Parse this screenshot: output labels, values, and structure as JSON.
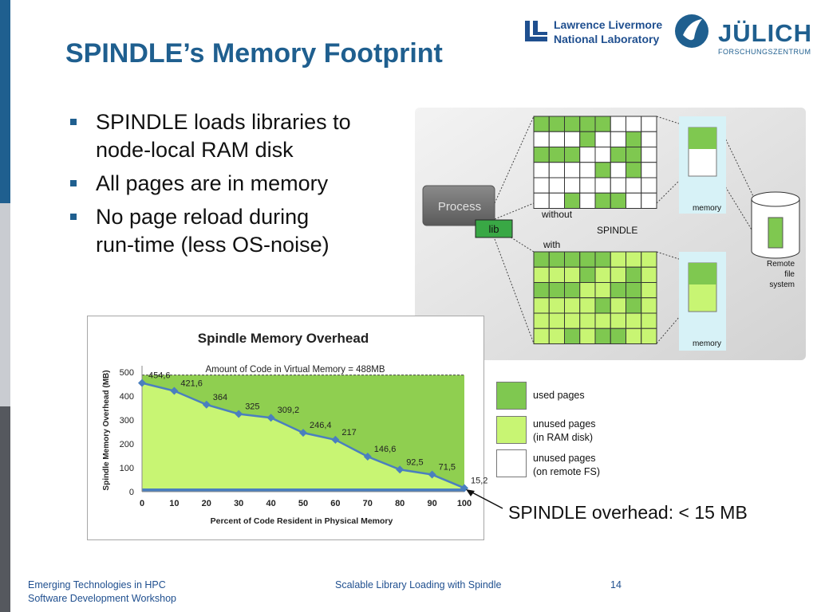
{
  "slide": {
    "title": "SPINDLE’s Memory Footprint",
    "bullets": [
      {
        "line1": "SPINDLE loads libraries to",
        "line2": "node-local RAM disk"
      },
      {
        "line1": "All pages are in memory"
      },
      {
        "line1": "No page reload during",
        "line2": "run-time (less OS-noise)"
      }
    ],
    "overhead_note": "SPINDLE overhead: < 15 MB"
  },
  "logos": {
    "llnl": {
      "line1": "Lawrence Livermore",
      "line2": "National Laboratory"
    },
    "julich": {
      "name": "JÜLICH",
      "sub": "FORSCHUNGSZENTRUM"
    }
  },
  "diagram": {
    "process_label": "Process",
    "lib_label": "lib",
    "without_label": "without",
    "spindle_label": "SPINDLE",
    "with_label": "with",
    "memory_label": "memory",
    "remote_label": [
      "Remote",
      "file",
      "system"
    ],
    "without_grid": [
      [
        1,
        1,
        1,
        1,
        1,
        0,
        0,
        0
      ],
      [
        0,
        0,
        0,
        1,
        0,
        0,
        1,
        0
      ],
      [
        1,
        1,
        1,
        0,
        0,
        1,
        1,
        0
      ],
      [
        0,
        0,
        0,
        0,
        1,
        0,
        1,
        0
      ],
      [
        0,
        0,
        0,
        0,
        0,
        0,
        0,
        0
      ],
      [
        0,
        0,
        1,
        0,
        1,
        1,
        0,
        0
      ]
    ],
    "with_grid": [
      [
        1,
        1,
        1,
        1,
        1,
        0,
        0,
        0
      ],
      [
        0,
        0,
        0,
        1,
        0,
        0,
        1,
        0
      ],
      [
        1,
        1,
        1,
        0,
        0,
        1,
        1,
        0
      ],
      [
        0,
        0,
        0,
        0,
        1,
        0,
        1,
        0
      ],
      [
        0,
        0,
        0,
        0,
        0,
        0,
        0,
        0
      ],
      [
        0,
        0,
        1,
        0,
        1,
        1,
        0,
        0
      ]
    ],
    "colors": {
      "used": "#7fc850",
      "unused_ram": "#c8f573",
      "unused_remote": "#ffffff",
      "memory_bg": "#d7f2f7"
    }
  },
  "legend": [
    {
      "lines": [
        "used pages"
      ],
      "color": "#7fc850"
    },
    {
      "lines": [
        "unused pages",
        "(in RAM disk)"
      ],
      "color": "#c8f573"
    },
    {
      "lines": [
        "unused pages",
        "(on remote FS)"
      ],
      "color": "#ffffff"
    }
  ],
  "chart_data": {
    "type": "area",
    "title": "Spindle Memory Overhead",
    "xlabel": "Percent of Code Resident in Physical Memory",
    "ylabel": "Spindle Memory Overhead (MB)",
    "x": [
      0,
      10,
      20,
      30,
      40,
      50,
      60,
      70,
      80,
      90,
      100
    ],
    "y": [
      454.6,
      421.6,
      364,
      325,
      309.2,
      246.4,
      217,
      146.6,
      92.5,
      71.5,
      15.2
    ],
    "data_labels": [
      "454,6",
      "421,6",
      "364",
      "325",
      "309,2",
      "246,4",
      "217",
      "146,6",
      "92,5",
      "71,5",
      "15,2"
    ],
    "xlim": [
      0,
      100
    ],
    "ylim": [
      0,
      500
    ],
    "xticks": [
      0,
      10,
      20,
      30,
      40,
      50,
      60,
      70,
      80,
      90,
      100
    ],
    "yticks": [
      0,
      100,
      200,
      300,
      400,
      500
    ],
    "reference_line": {
      "value": 488,
      "label": "Amount of Code in Virtual Memory = 488MB"
    },
    "colors": {
      "area": "#c8f573",
      "band": "#8fcf50",
      "line": "#4a7fbf"
    }
  },
  "footer": {
    "left_line1": "Emerging Technologies in HPC",
    "left_line2": "Software Development Workshop",
    "center": "Scalable Library Loading with Spindle",
    "page": "14"
  }
}
